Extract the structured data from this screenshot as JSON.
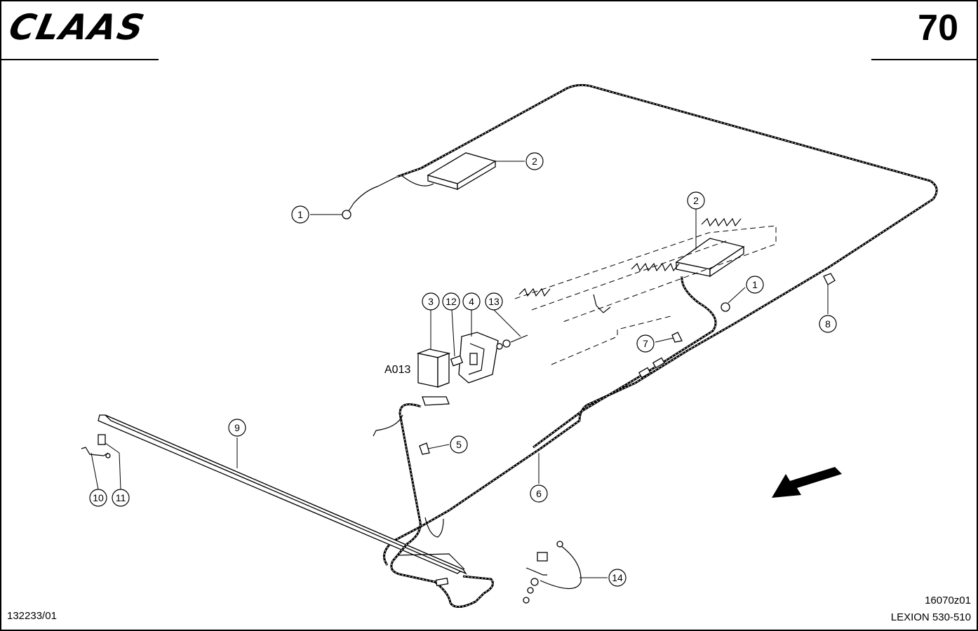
{
  "header": {
    "logo_text": "CLAAS",
    "page_number": "70"
  },
  "footer": {
    "doc_number": "132233/01",
    "drawing_ref": "16070z01",
    "model": "LEXION 530-510"
  },
  "diagram": {
    "component_label": "A013",
    "callouts": [
      "1",
      "2",
      "2",
      "1",
      "8",
      "3",
      "12",
      "4",
      "13",
      "7",
      "9",
      "5",
      "6",
      "10",
      "11",
      "14"
    ]
  }
}
